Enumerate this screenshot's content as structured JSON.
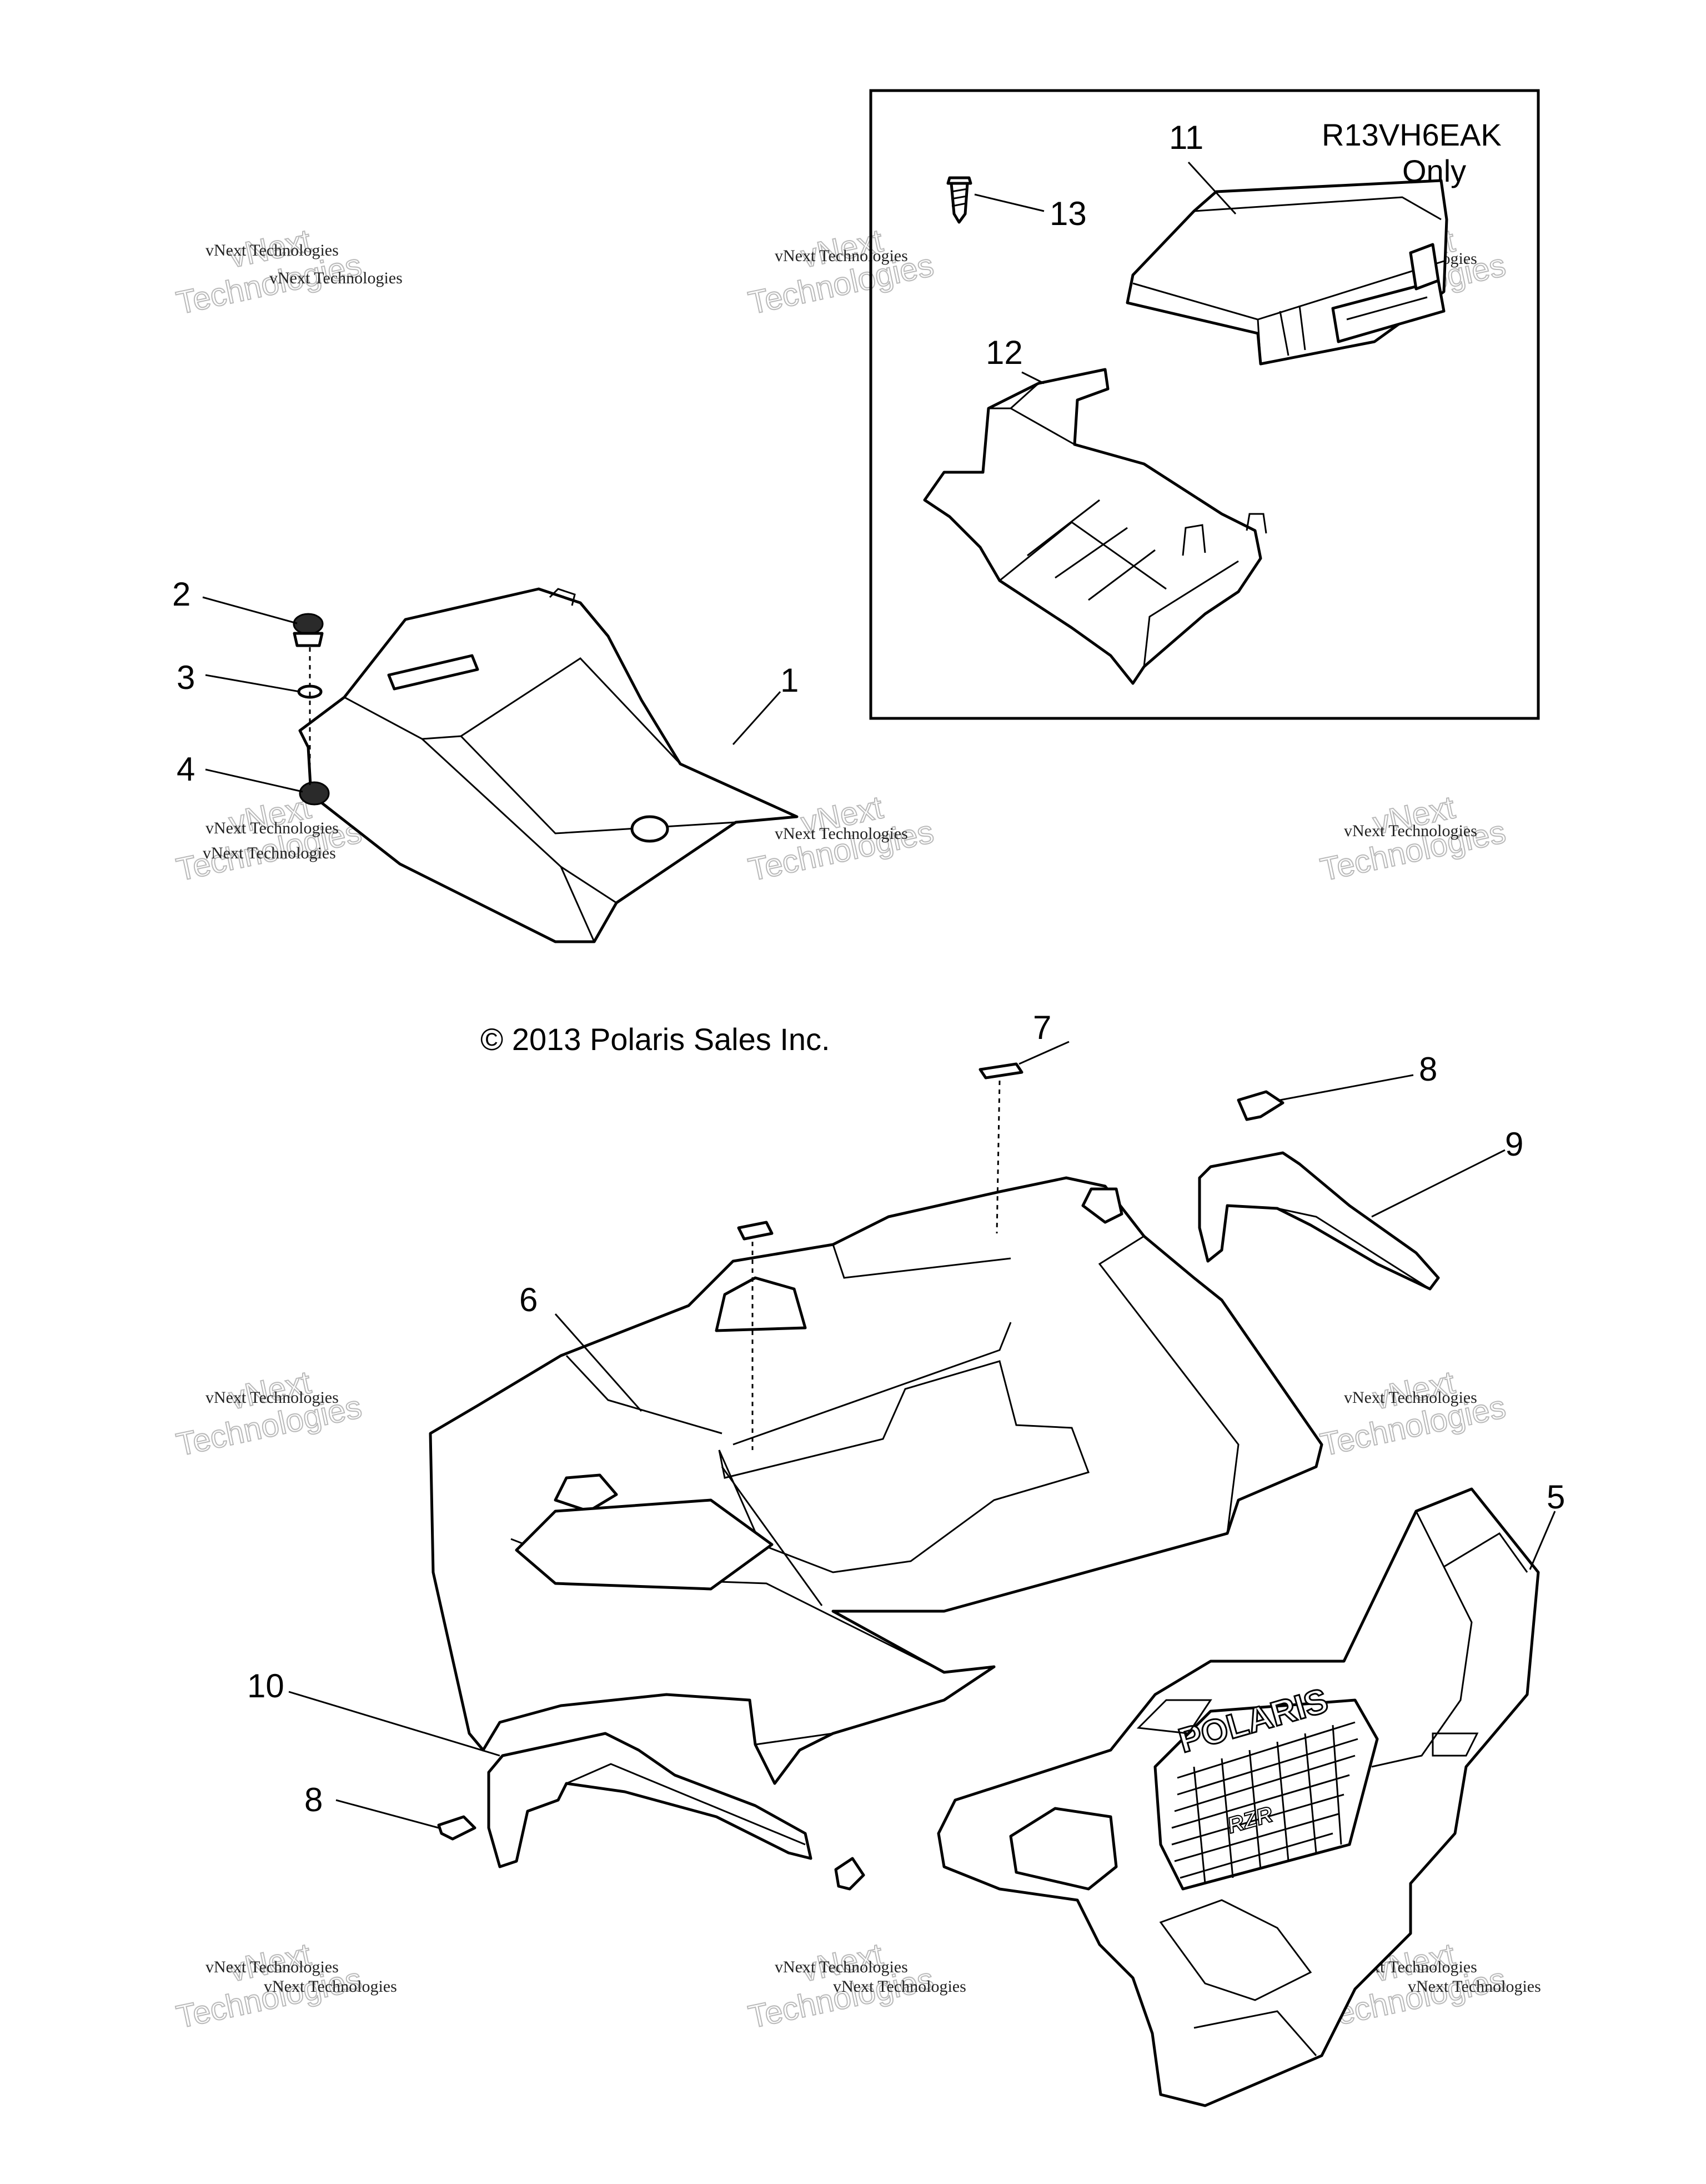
{
  "copyright": "© 2013 Polaris Sales Inc.",
  "inset_note": {
    "line1": "R13VH6EAK",
    "line2": "Only"
  },
  "callouts": {
    "c1": "1",
    "c2": "2",
    "c3": "3",
    "c4": "4",
    "c5": "5",
    "c6": "6",
    "c7": "7",
    "c8a": "8",
    "c8b": "8",
    "c9": "9",
    "c10": "10",
    "c11": "11",
    "c12": "12",
    "c13": "13"
  },
  "watermark": {
    "small": "vNext Technologies",
    "big_line1": "vNext",
    "big_line2": "Technologies"
  },
  "grille_brand": "POLARIS",
  "grille_badge": "RZR"
}
